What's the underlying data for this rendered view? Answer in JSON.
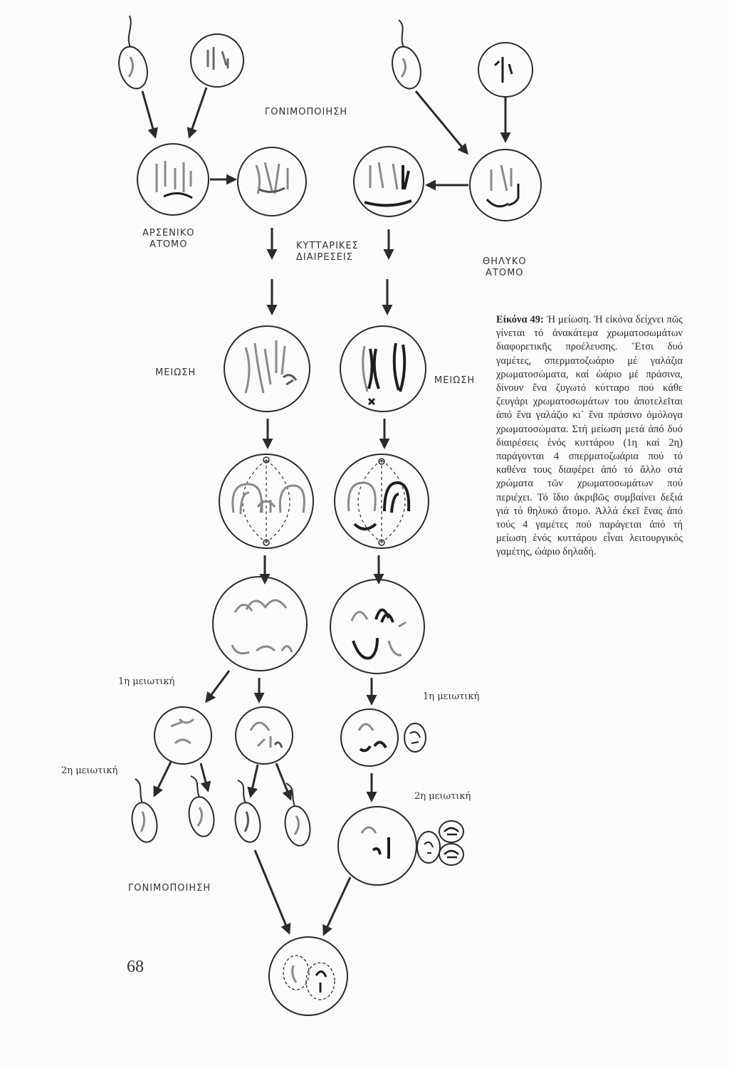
{
  "labels": {
    "fertilization_top": "ΓΟΝΙΜΟΠΟΙΗΣΗ",
    "male": "ΑΡΣΕΝΙΚΟ\nΑΤΟΜΟ",
    "cell_divisions": "ΚΥΤΤΑΡΙΚΕΣ\nΔΙΑΙΡΕΣΕΙΣ",
    "female": "ΘΗΛΥΚΟ\nΑΤΟΜΟ",
    "meiosis_left": "ΜΕΙΩΣΗ",
    "meiosis_right": "ΜΕΙΩΣΗ",
    "first_meiotic_left": "1η μειωτική",
    "first_meiotic_right": "1η μειωτική",
    "second_meiotic_left": "2η μειωτική",
    "second_meiotic_right": "2η μειωτική",
    "fertilization_bottom": "ΓΟΝΙΜΟΠΟΙΗΣΗ"
  },
  "caption": {
    "title": "Εἰκόνα 49:",
    "body": "Ἡ μείωση. Ἡ εἰκόνα δείχνει πῶς γίνεται τό ἀνακάτεμα χρωματοσωμάτων διαφορετικῆς προέλευσης. Ἔτσι δυό γαμέτες, σπερματοζωάριο μέ γαλάζια χρωματοσώματα, καί ὠάριο μέ πράσινα, δίνουν ἕνα ζυγωτό κύτταρο πού κάθε ζευγάρι χρωματοσωμάτων του ἀποτελεῖται ἀπό ἕνα γαλάζιο κι᾽ ἕνα πράσινο ὁμόλογα χρωματοσώματα. Στή μείωση μετά ἀπό δυό διαιρέσεις ἑνός κυττάρου (1η καί 2η) παράγονται 4 σπερματοζωάρια πού τό καθένα τους διαφέρει ἀπό τό ἄλλο στά χρώματα τῶν χρωματοσωμάτων πού περιέχει. Τό ἴδιο ἀκριβῶς συμβαίνει δεξιά γιά τό θηλυκό ἄτομο. Ἀλλά ἐκεῖ ἕνας ἀπό τούς 4 γαμέτες πού παράγεται ἀπό τή μείωση ἑνός κυττάρου εἶναι λειτουργικός γαμέτης, ὠάριο δηλαδή."
  },
  "page_number": "68",
  "colors": {
    "ink": "#2b2b2b",
    "gray_chromosome": "#8a8a8a",
    "dark_chromosome": "#1e1e1e",
    "paper": "#fbfbf9"
  }
}
